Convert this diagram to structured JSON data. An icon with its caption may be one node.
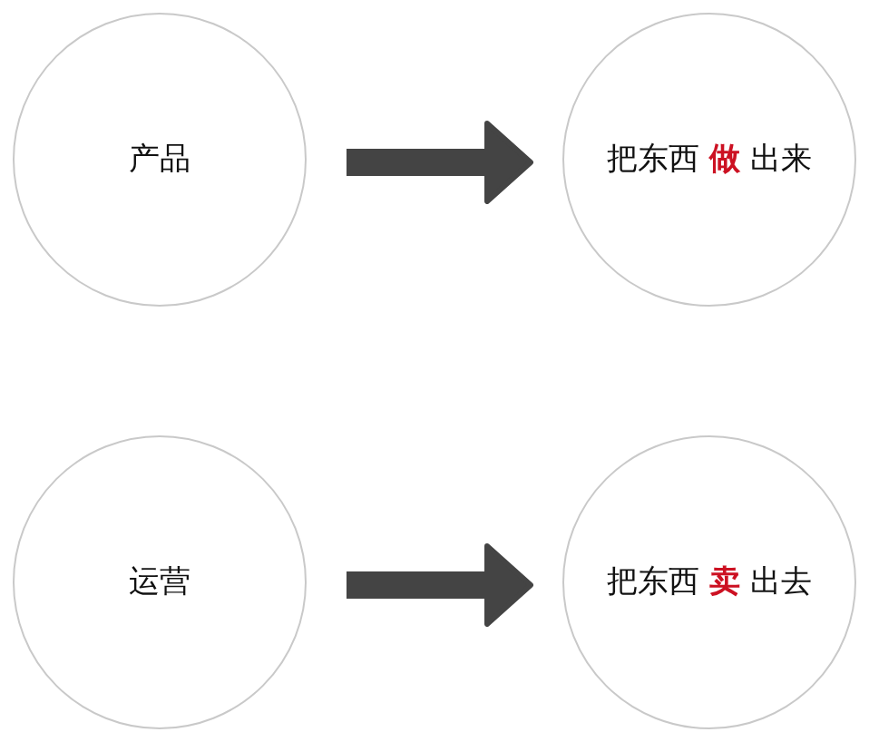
{
  "diagram": {
    "nodes": [
      {
        "text": [
          "产品"
        ]
      },
      {
        "text": [
          "把东西 **做** 出来"
        ]
      },
      {
        "text": [
          "运营"
        ]
      },
      {
        "text": [
          "把东西 **卖** 出去"
        ]
      }
    ],
    "edges": [
      {
        "from": 0,
        "to": 1,
        "arrow": "to"
      },
      {
        "from": 2,
        "to": 3,
        "arrow": "to"
      }
    ]
  }
}
